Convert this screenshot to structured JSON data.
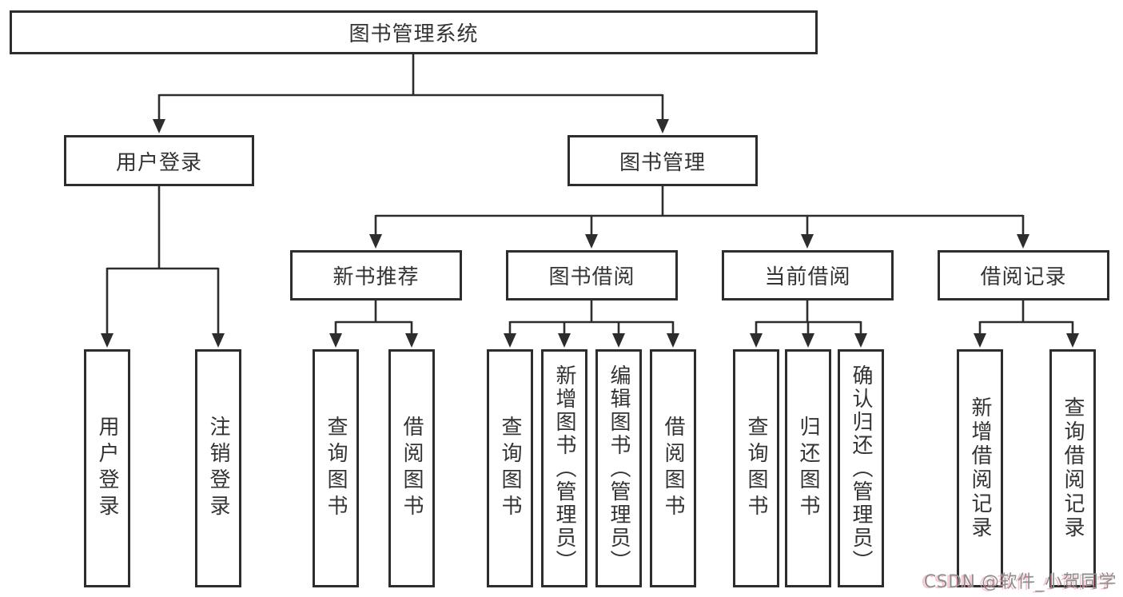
{
  "tree": {
    "label": "图书管理系统",
    "children": [
      {
        "label": "用户登录",
        "children": [
          {
            "label": "用户登录"
          },
          {
            "label": "注销登录"
          }
        ]
      },
      {
        "label": "图书管理",
        "children": [
          {
            "label": "新书推荐",
            "children": [
              {
                "label": "查询图书"
              },
              {
                "label": "借阅图书"
              }
            ]
          },
          {
            "label": "图书借阅",
            "children": [
              {
                "label": "查询图书"
              },
              {
                "label": "新增图书（管理员）"
              },
              {
                "label": "编辑图书（管理员）"
              },
              {
                "label": "借阅图书"
              }
            ]
          },
          {
            "label": "当前借阅",
            "children": [
              {
                "label": "查询图书"
              },
              {
                "label": "归还图书"
              },
              {
                "label": "确认归还（管理员）"
              }
            ]
          },
          {
            "label": "借阅记录",
            "children": [
              {
                "label": "新增借阅记录"
              },
              {
                "label": "查询借阅记录"
              }
            ]
          }
        ]
      }
    ]
  },
  "watermark": {
    "text": "CSDN @软件_小贺同学"
  },
  "colors": {
    "line": "#2d2d2d",
    "box_border": "#2d2d2d",
    "label_text": "#333333",
    "background": "#ffffff",
    "watermark_text": "#8f8f8f",
    "watermark_accent": "#f4a4b5"
  }
}
